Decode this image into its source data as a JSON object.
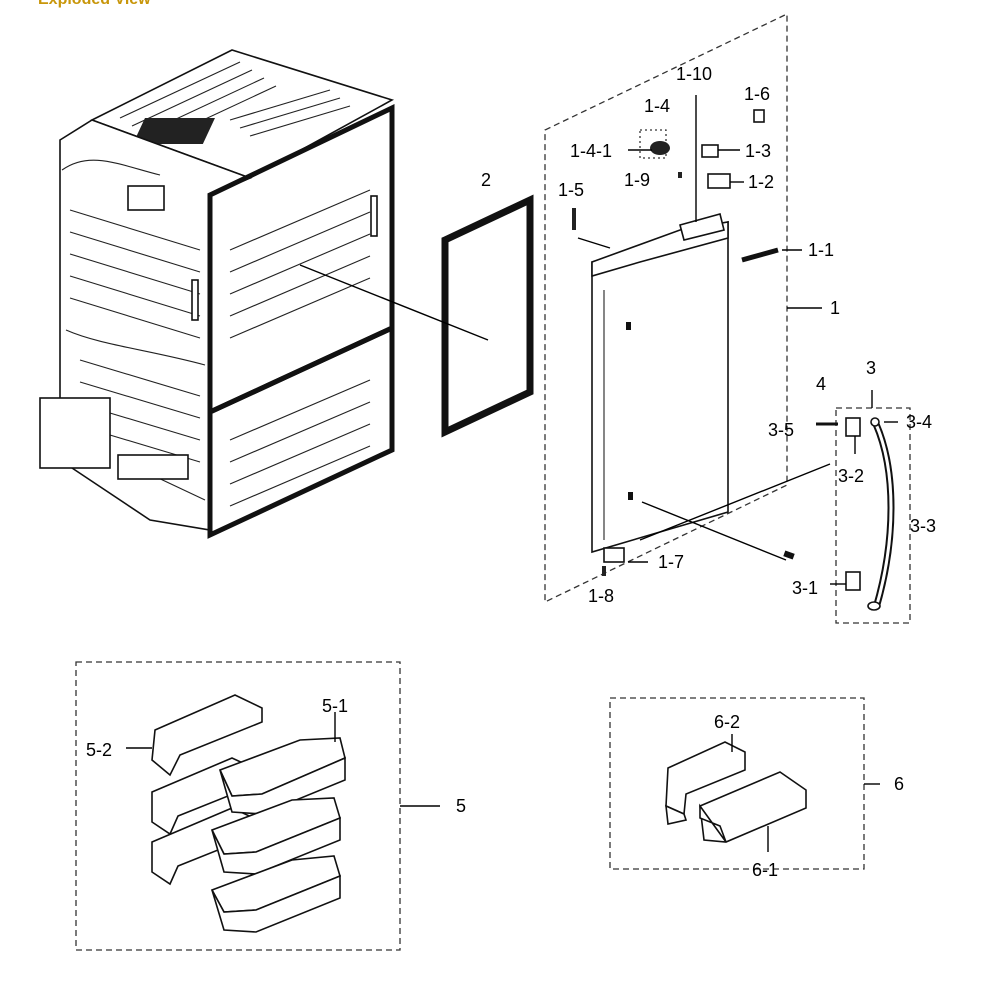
{
  "header": {
    "title": "Exploded View"
  },
  "labels": {
    "p1_10": "1-10",
    "p1_6": "1-6",
    "p1_4": "1-4",
    "p1_4_1": "1-4-1",
    "p1_3": "1-3",
    "p1_9": "1-9",
    "p1_2": "1-2",
    "p1_5": "1-5",
    "p2": "2",
    "p1_1": "1-1",
    "p1": "1",
    "p3": "3",
    "p4": "4",
    "p3_4": "3-4",
    "p3_5": "3-5",
    "p3_2": "3-2",
    "p3_3": "3-3",
    "p1_7": "1-7",
    "p3_1": "3-1",
    "p1_8": "1-8",
    "p5_1": "5-1",
    "p5_2": "5-2",
    "p5": "5",
    "p6_2": "6-2",
    "p6": "6",
    "p6_1": "6-1"
  }
}
